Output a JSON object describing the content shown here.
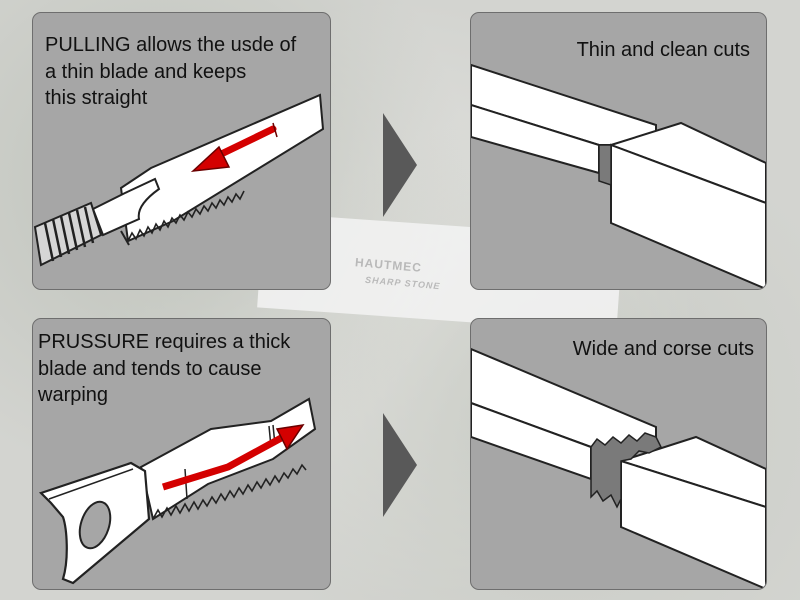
{
  "background": {
    "brand_text": "HAUTMEC",
    "brand_subtext": "SHARP STONE"
  },
  "panels": {
    "pulling": {
      "caption": "PULLING allows the usde of\na thin blade and keeps\nthis straight"
    },
    "thin_cut": {
      "caption": "Thin and clean cuts"
    },
    "pushing": {
      "caption": "PRUSSURE requires a thick\nblade and tends to cause\nwarping"
    },
    "wide_cut": {
      "caption": "Wide and corse cuts"
    }
  },
  "colors": {
    "panel_fill": "#a6a6a6",
    "panel_border": "#6e6e6e",
    "arrow_red": "#d40000",
    "direction_arrow": "#595959",
    "object_fill": "#ffffff",
    "cut_gray": "#7a7a7a"
  },
  "icons": [
    "pull-saw-icon",
    "push-saw-icon",
    "direction-arrow-icon",
    "thin-kerf-board-icon",
    "wide-kerf-board-icon"
  ]
}
